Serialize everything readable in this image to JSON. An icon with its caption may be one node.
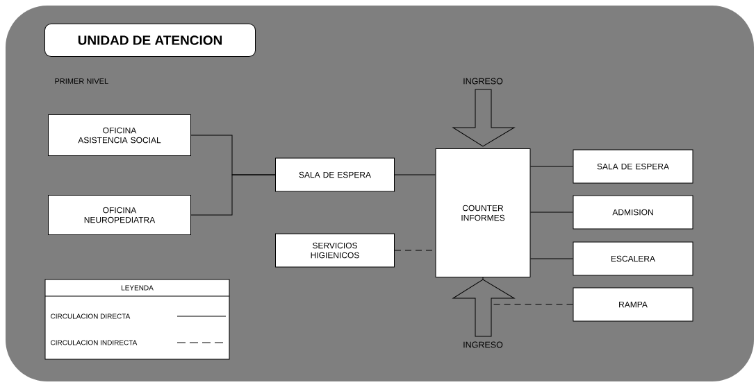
{
  "diagram": {
    "title": "UNIDAD DE ATENCION",
    "nodes": [
      {
        "text": [
          "OFICINA ASISTENCIA SOCIAL"
        ]
      },
      {
        "text": [
          "OFICINA NEUROPEDIATRA"
        ]
      },
      {
        "text": [
          "SALA DE ESPERA"
        ]
      },
      {
        "text": [
          "SERVICIOS HIGIENICOS"
        ]
      },
      {
        "text": [
          "COUNTER INFORMES"
        ]
      },
      {
        "text": [
          "SALA DE ESPERA"
        ]
      },
      {
        "text": [
          "ADMISION"
        ]
      },
      {
        "text": [
          "ESCALERA"
        ]
      },
      {
        "text": [
          "RAMPA"
        ]
      },
      {
        "text": [
          "INGRESO"
        ]
      },
      {
        "text": [
          "INGRESO"
        ]
      }
    ],
    "edges": [
      {
        "from": 0,
        "to": 2,
        "arrow": "none"
      },
      {
        "from": 1,
        "to": 2,
        "arrow": "none"
      },
      {
        "from": 2,
        "to": 4,
        "arrow": "none"
      },
      {
        "from": 3,
        "to": 4,
        "arrow": "none",
        "style": "dashed"
      },
      {
        "from": 4,
        "to": 5,
        "arrow": "none"
      },
      {
        "from": 4,
        "to": 6,
        "arrow": "none"
      },
      {
        "from": 4,
        "to": 7,
        "arrow": "none"
      },
      {
        "from": 8,
        "to": 4,
        "arrow": "none",
        "style": "dashed"
      },
      {
        "from": 9,
        "to": 4,
        "arrow": "to",
        "style": "thick"
      },
      {
        "from": 10,
        "to": 4,
        "arrow": "to",
        "style": "thick"
      }
    ],
    "labels": [
      "PRIMER NIVEL",
      "LEYENDA"
    ],
    "legend": [
      {
        "text": "CIRCULACION DIRECTA"
      },
      {
        "text": "CIRCULACION INDIRECTA"
      }
    ]
  }
}
